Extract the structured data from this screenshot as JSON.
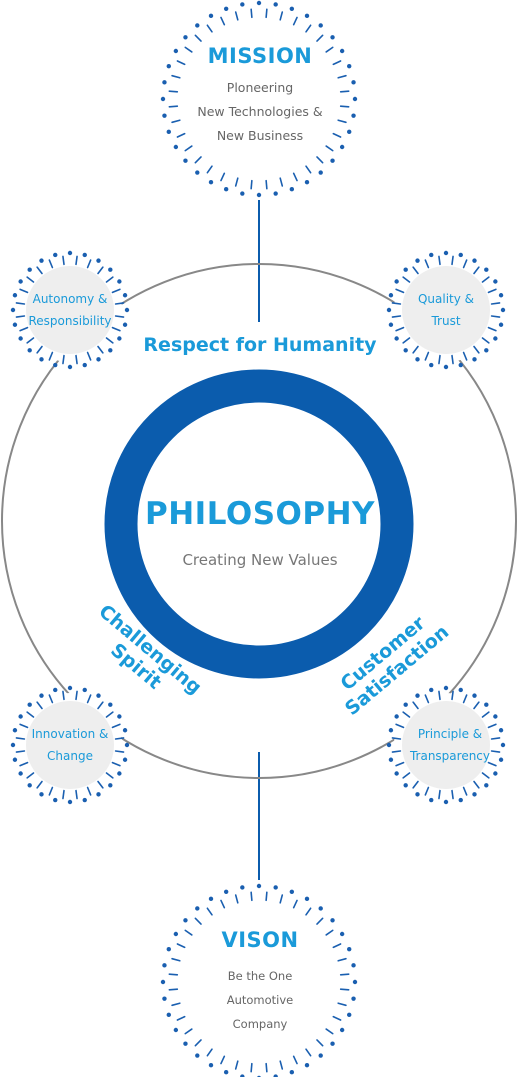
{
  "mission": {
    "title": "MISSION",
    "lines": [
      "Ploneering",
      "New Technologies &",
      "New Business"
    ]
  },
  "vision": {
    "title": "VISON",
    "lines": [
      "Be the One",
      "Automotive",
      "Company"
    ]
  },
  "philosophy": {
    "title": "PHILOSOPHY",
    "subtitle": "Creating New Values"
  },
  "core_values": {
    "respect": "Respect for Humanity",
    "challenging": [
      "Challenging",
      "Spirit"
    ],
    "customer": [
      "Customer",
      "Satisfaction"
    ]
  },
  "principles": {
    "autonomy": [
      "Autonomy &",
      "Responsibility"
    ],
    "quality": [
      "Quality &",
      "Trust"
    ],
    "innovation": [
      "Innovation &",
      "Change"
    ],
    "principle": [
      "Principle &",
      "Transparency"
    ]
  },
  "colors": {
    "ring": "#0b5cad",
    "accent": "#1a9ad9",
    "dots": "#1a5fb0",
    "orbit": "#888888",
    "small_fill": "#eeeeee"
  }
}
